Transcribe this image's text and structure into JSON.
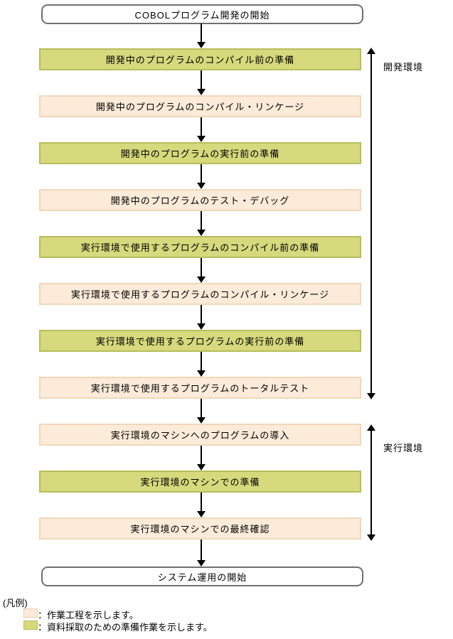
{
  "diagram": {
    "start_label": "COBOLプログラム開発の開始",
    "end_label": "システム運用の開始",
    "steps": [
      {
        "label": "開発中のプログラムのコンパイル前の準備",
        "type": "preparation"
      },
      {
        "label": "開発中のプログラムのコンパイル・リンケージ",
        "type": "work"
      },
      {
        "label": "開発中のプログラムの実行前の準備",
        "type": "preparation"
      },
      {
        "label": "開発中のプログラムのテスト・デバッグ",
        "type": "work"
      },
      {
        "label": "実行環境で使用するプログラムのコンパイル前の準備",
        "type": "preparation"
      },
      {
        "label": "実行環境で使用するプログラムのコンパイル・リンケージ",
        "type": "work"
      },
      {
        "label": "実行環境で使用するプログラムの実行前の準備",
        "type": "preparation"
      },
      {
        "label": "実行環境で使用するプログラムのトータルテスト",
        "type": "work"
      },
      {
        "label": "実行環境のマシンへのプログラムの導入",
        "type": "work"
      },
      {
        "label": "実行環境のマシンでの準備",
        "type": "preparation"
      },
      {
        "label": "実行環境のマシンでの最終確認",
        "type": "work"
      }
    ],
    "environment_labels": {
      "development": "開発環境",
      "execution": "実行環境"
    },
    "legend": {
      "header": "(凡例)",
      "items": [
        {
          "text": "：作業工程を示します。",
          "swatch_color": "#fcebd9"
        },
        {
          "text": "：資料採取のための準備作業を示します。",
          "swatch_color": "#d6d97c"
        }
      ]
    },
    "colors": {
      "work_fill": "#fcebd9",
      "work_border": "#f0d7b8",
      "preparation_fill": "#d6d97c",
      "preparation_border": "#b7bd5c",
      "terminal_border": "#6f6f6f",
      "arrow": "#000000"
    }
  }
}
